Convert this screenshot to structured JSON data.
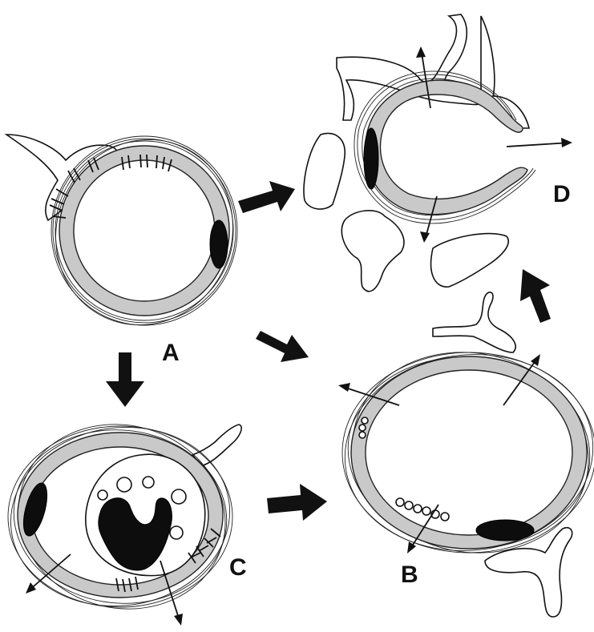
{
  "labels": {
    "a": "A",
    "b": "B",
    "c": "C",
    "d": "D"
  },
  "colors": {
    "ink": "#111111",
    "basement_membrane": "#c9c9c9",
    "background": "#ffffff"
  },
  "panels": [
    "A",
    "B",
    "C",
    "D"
  ],
  "transitions": [
    {
      "from": "A",
      "to": "D"
    },
    {
      "from": "A",
      "to": "B"
    },
    {
      "from": "A",
      "to": "C"
    },
    {
      "from": "C",
      "to": "B"
    },
    {
      "from": "B",
      "to": "D"
    }
  ]
}
